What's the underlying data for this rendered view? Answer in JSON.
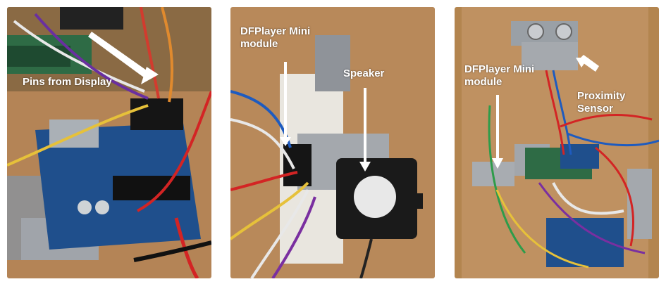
{
  "panels": [
    {
      "labels": [
        "Pins from Display"
      ]
    },
    {
      "labels": [
        "DFPlayer Mini module",
        "Speaker"
      ]
    },
    {
      "labels": [
        "DFPlayer Mini module",
        "Proximity Sensor"
      ]
    }
  ],
  "colors": {
    "cardboard": "#b88a5a",
    "board_blue": "#1f4f8c",
    "tape_gray": "#9a9ea3",
    "label_text": "#ffffff"
  }
}
